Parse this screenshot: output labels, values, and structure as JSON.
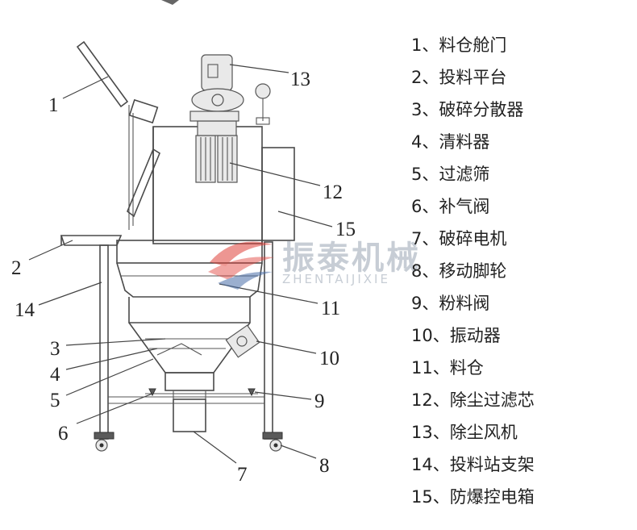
{
  "legend": [
    {
      "num": "1",
      "sep": "、",
      "name": "料仓舱门"
    },
    {
      "num": "2",
      "sep": "、",
      "name": "投料平台"
    },
    {
      "num": "3",
      "sep": "、",
      "name": "破碎分散器"
    },
    {
      "num": "4",
      "sep": "、",
      "name": "清料器"
    },
    {
      "num": "5",
      "sep": "、",
      "name": "过滤筛"
    },
    {
      "num": "6",
      "sep": "、",
      "name": "补气阀"
    },
    {
      "num": "7",
      "sep": "、",
      "name": "破碎电机"
    },
    {
      "num": "8",
      "sep": "、",
      "name": "移动脚轮"
    },
    {
      "num": "9",
      "sep": "、",
      "name": "粉料阀"
    },
    {
      "num": "10",
      "sep": "、",
      "name": "振动器"
    },
    {
      "num": "11",
      "sep": "、",
      "name": "料仓"
    },
    {
      "num": "12",
      "sep": "、",
      "name": "除尘过滤芯"
    },
    {
      "num": "13",
      "sep": "、",
      "name": "除尘风机"
    },
    {
      "num": "14",
      "sep": "、",
      "name": "投料站支架"
    },
    {
      "num": "15",
      "sep": "、",
      "name": "防爆控电箱"
    }
  ],
  "callouts": [
    "1",
    "2",
    "3",
    "4",
    "5",
    "6",
    "7",
    "8",
    "9",
    "10",
    "11",
    "12",
    "13",
    "14",
    "15"
  ],
  "watermark": {
    "brand": "振泰机械",
    "pinyin": "ZHENTAIJIXIE",
    "colors": {
      "red": "#e0413a",
      "blue": "#4b6fa8",
      "gray": "#9aa6b4"
    }
  }
}
